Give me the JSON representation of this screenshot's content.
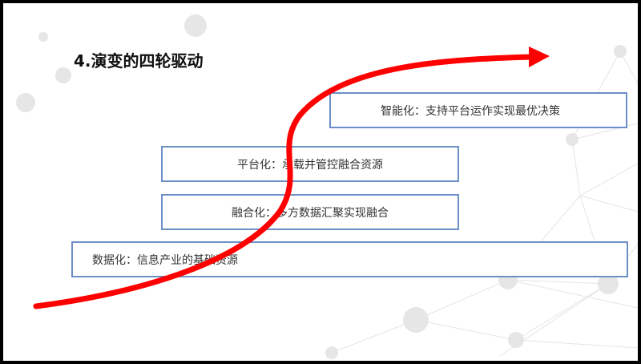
{
  "slide": {
    "title": "4.演变的四轮驱动",
    "stages": [
      {
        "label": "智能化：支持平台运作实现最优决策"
      },
      {
        "label": "平台化：承载并管控融合资源"
      },
      {
        "label": "融合化：多方数据汇聚实现融合"
      },
      {
        "label": "数据化：信息产业的基础资源"
      }
    ],
    "colors": {
      "curve": "#ff0000",
      "box_border": "#6d8fc8"
    }
  }
}
